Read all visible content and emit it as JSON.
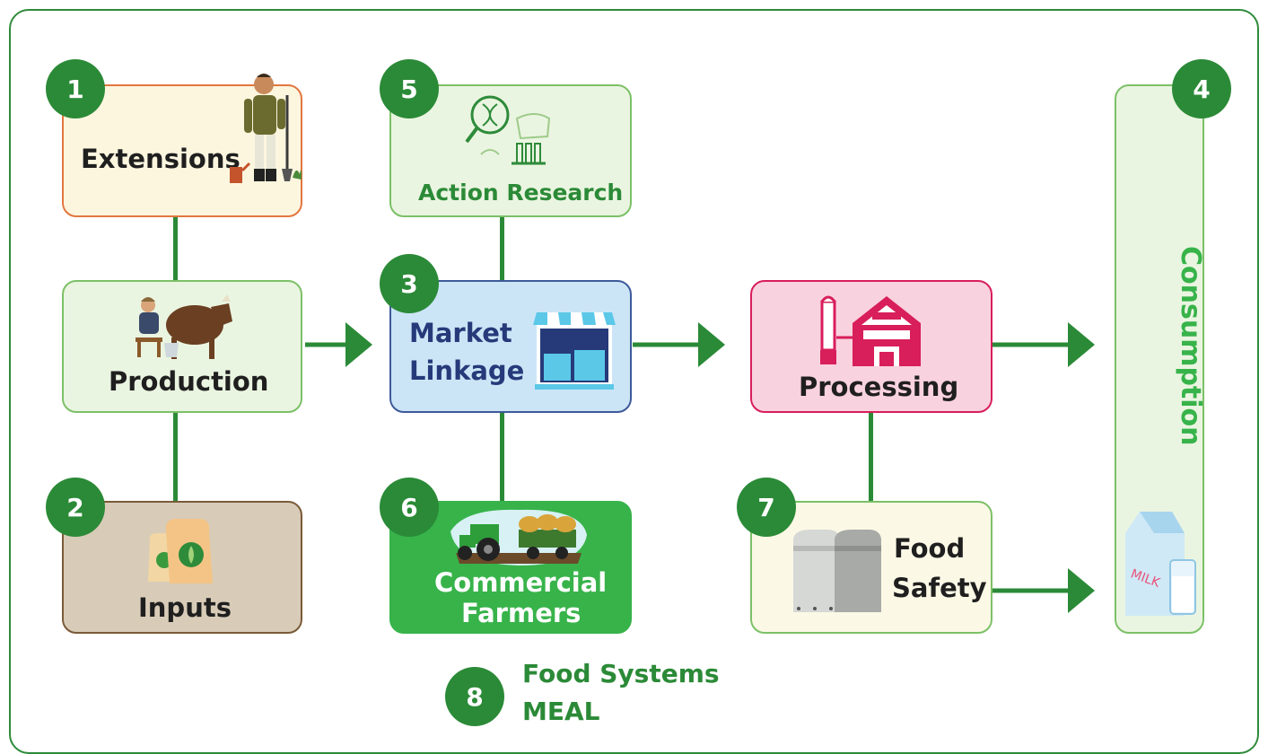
{
  "nodes": {
    "extensions": {
      "number": "1",
      "label": "Extensions"
    },
    "inputs": {
      "number": "2",
      "label": "Inputs"
    },
    "market_linkage": {
      "number": "3",
      "label_line1": "Market",
      "label_line2": "Linkage"
    },
    "consumption": {
      "number": "4",
      "label": "Consumption"
    },
    "action_research": {
      "number": "5",
      "label": "Action Research"
    },
    "commercial_farmers": {
      "number": "6",
      "label_line1": "Commercial",
      "label_line2": "Farmers"
    },
    "food_safety": {
      "number": "7",
      "label_line1": "Food",
      "label_line2": "Safety"
    },
    "production": {
      "label": "Production"
    },
    "processing": {
      "label": "Processing"
    }
  },
  "footer": {
    "number": "8",
    "label_line1": "Food Systems",
    "label_line2": "MEAL"
  },
  "carton_text": "MILK",
  "colors": {
    "accent_green": "#2b8a37",
    "market_blue": "#263a7a",
    "processing_red": "#d81e5b"
  }
}
